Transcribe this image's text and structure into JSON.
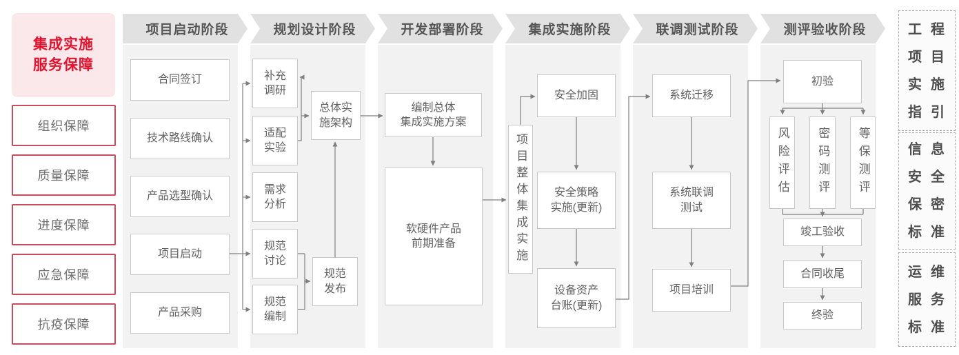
{
  "sidebar": {
    "title": "集成实施\n服务保障",
    "items": [
      {
        "label": "组织保障"
      },
      {
        "label": "质量保障"
      },
      {
        "label": "进度保障"
      },
      {
        "label": "应急保障"
      },
      {
        "label": "抗疫保障"
      }
    ]
  },
  "columns": [
    {
      "phase": "项目启动阶段",
      "boxes": [
        {
          "label": "合同签订"
        },
        {
          "label": "技术路线确认"
        },
        {
          "label": "产品选型确认"
        },
        {
          "label": "项目启动"
        },
        {
          "label": "产品采购"
        }
      ]
    },
    {
      "phase": "规划设计阶段",
      "boxes": [
        {
          "label": "补充\n调研"
        },
        {
          "label": "适配\n实验"
        },
        {
          "label": "需求\n分析"
        },
        {
          "label": "规范\n讨论"
        },
        {
          "label": "规范\n编制"
        },
        {
          "label": "总体实\n施架构"
        },
        {
          "label": "规范\n发布"
        }
      ]
    },
    {
      "phase": "开发部署阶段",
      "boxes": [
        {
          "label": "编制总体\n集成实施方案"
        },
        {
          "label": "软硬件产品\n前期准备"
        }
      ]
    },
    {
      "phase": "集成实施阶段",
      "boxes": [
        {
          "label": "项目整体集成实施"
        },
        {
          "label": "安全加固"
        },
        {
          "label": "安全策略\n实施(更新)"
        },
        {
          "label": "设备资产\n台账(更新)"
        }
      ]
    },
    {
      "phase": "联调测试阶段",
      "boxes": [
        {
          "label": "系统迁移"
        },
        {
          "label": "系统联调\n测试"
        },
        {
          "label": "项目培训"
        }
      ]
    },
    {
      "phase": "测评验收阶段",
      "boxes": [
        {
          "label": "初验"
        },
        {
          "label": "风险评估"
        },
        {
          "label": "密码测评"
        },
        {
          "label": "等保测评"
        },
        {
          "label": "竣工验收"
        },
        {
          "label": "合同收尾"
        },
        {
          "label": "终验"
        }
      ]
    }
  ],
  "standards": [
    {
      "label": "工程\n项目\n实施\n指引"
    },
    {
      "label": "信息\n安全\n保密\n标准"
    },
    {
      "label": "运维\n服务\n标准"
    }
  ],
  "colors": {
    "accent_red": "#e8112d",
    "pink_background": "#fbe8ea",
    "red_border": "#c94a5c",
    "header_gray": "#e1e1e1",
    "strip_gray": "#f2f2f2",
    "box_border": "#c9c9c9",
    "text_gray": "#616161",
    "line_gray": "#7f7f7f"
  }
}
